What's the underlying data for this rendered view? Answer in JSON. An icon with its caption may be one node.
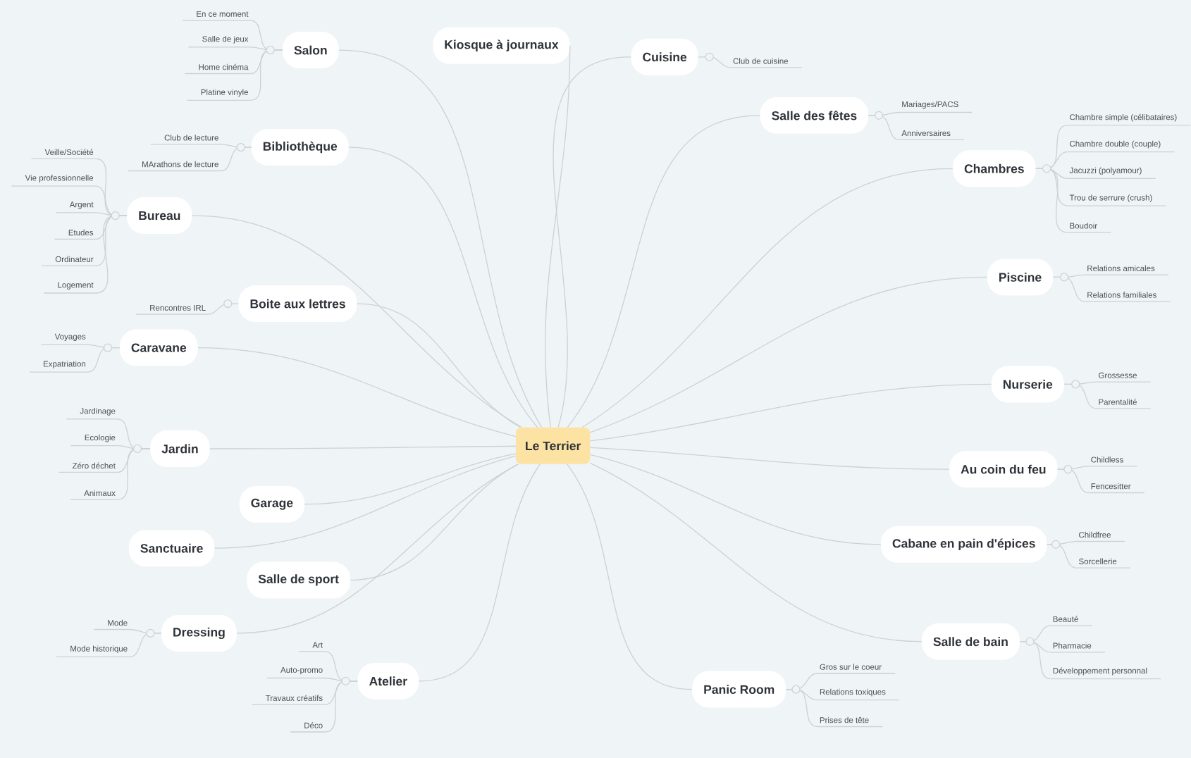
{
  "diagram": {
    "nodes": [
      {
        "text": [
          "Le Terrier"
        ]
      },
      {
        "text": [
          "Salon"
        ]
      },
      {
        "text": [
          "En ce moment"
        ]
      },
      {
        "text": [
          "Salle de jeux"
        ]
      },
      {
        "text": [
          "Home cinéma"
        ]
      },
      {
        "text": [
          "Platine vinyle"
        ]
      },
      {
        "text": [
          "Kiosque à journaux"
        ]
      },
      {
        "text": [
          "Bibliothèque"
        ]
      },
      {
        "text": [
          "Club de lecture"
        ]
      },
      {
        "text": [
          "MArathons de lecture"
        ]
      },
      {
        "text": [
          "Bureau"
        ]
      },
      {
        "text": [
          "Veille/Société"
        ]
      },
      {
        "text": [
          "Vie professionnelle"
        ]
      },
      {
        "text": [
          "Argent"
        ]
      },
      {
        "text": [
          "Etudes"
        ]
      },
      {
        "text": [
          "Ordinateur"
        ]
      },
      {
        "text": [
          "Logement"
        ]
      },
      {
        "text": [
          "Boite aux lettres"
        ]
      },
      {
        "text": [
          "Rencontres IRL"
        ]
      },
      {
        "text": [
          "Caravane"
        ]
      },
      {
        "text": [
          "Voyages"
        ]
      },
      {
        "text": [
          "Expatriation"
        ]
      },
      {
        "text": [
          "Jardin"
        ]
      },
      {
        "text": [
          "Jardinage"
        ]
      },
      {
        "text": [
          "Ecologie"
        ]
      },
      {
        "text": [
          "Zéro déchet"
        ]
      },
      {
        "text": [
          "Animaux"
        ]
      },
      {
        "text": [
          "Garage"
        ]
      },
      {
        "text": [
          "Sanctuaire"
        ]
      },
      {
        "text": [
          "Salle de sport"
        ]
      },
      {
        "text": [
          "Dressing"
        ]
      },
      {
        "text": [
          "Mode"
        ]
      },
      {
        "text": [
          "Mode historique"
        ]
      },
      {
        "text": [
          "Atelier"
        ]
      },
      {
        "text": [
          "Art"
        ]
      },
      {
        "text": [
          "Auto-promo"
        ]
      },
      {
        "text": [
          "Travaux créatifs"
        ]
      },
      {
        "text": [
          "Déco"
        ]
      },
      {
        "text": [
          "Cuisine"
        ]
      },
      {
        "text": [
          "Club de cuisine"
        ]
      },
      {
        "text": [
          "Salle des fêtes"
        ]
      },
      {
        "text": [
          "Mariages/PACS"
        ]
      },
      {
        "text": [
          "Anniversaires"
        ]
      },
      {
        "text": [
          "Chambres"
        ]
      },
      {
        "text": [
          "Chambre simple (célibataires)"
        ]
      },
      {
        "text": [
          "Chambre double (couple)"
        ]
      },
      {
        "text": [
          "Jacuzzi (polyamour)"
        ]
      },
      {
        "text": [
          "Trou de serrure (crush)"
        ]
      },
      {
        "text": [
          "Boudoir"
        ]
      },
      {
        "text": [
          "Piscine"
        ]
      },
      {
        "text": [
          "Relations amicales"
        ]
      },
      {
        "text": [
          "Relations familiales"
        ]
      },
      {
        "text": [
          "Nurserie"
        ]
      },
      {
        "text": [
          "Grossesse"
        ]
      },
      {
        "text": [
          "Parentalité"
        ]
      },
      {
        "text": [
          "Au coin du feu"
        ]
      },
      {
        "text": [
          "Childless"
        ]
      },
      {
        "text": [
          "Fencesitter"
        ]
      },
      {
        "text": [
          "Cabane en pain d'épices"
        ]
      },
      {
        "text": [
          "Childfree"
        ]
      },
      {
        "text": [
          "Sorcellerie"
        ]
      },
      {
        "text": [
          "Salle de bain"
        ]
      },
      {
        "text": [
          "Beauté"
        ]
      },
      {
        "text": [
          "Pharmacie"
        ]
      },
      {
        "text": [
          "Développement personnal"
        ]
      },
      {
        "text": [
          "Panic Room"
        ]
      },
      {
        "text": [
          "Gros sur le coeur"
        ]
      },
      {
        "text": [
          "Relations toxiques"
        ]
      },
      {
        "text": [
          "Prises de tête"
        ]
      }
    ],
    "edges": [
      {
        "from": 0,
        "to": 1,
        "arrow": "none"
      },
      {
        "from": 0,
        "to": 6,
        "arrow": "none"
      },
      {
        "from": 0,
        "to": 7,
        "arrow": "none"
      },
      {
        "from": 0,
        "to": 10,
        "arrow": "none"
      },
      {
        "from": 0,
        "to": 17,
        "arrow": "none"
      },
      {
        "from": 0,
        "to": 19,
        "arrow": "none"
      },
      {
        "from": 0,
        "to": 22,
        "arrow": "none"
      },
      {
        "from": 0,
        "to": 27,
        "arrow": "none"
      },
      {
        "from": 0,
        "to": 28,
        "arrow": "none"
      },
      {
        "from": 0,
        "to": 29,
        "arrow": "none"
      },
      {
        "from": 0,
        "to": 30,
        "arrow": "none"
      },
      {
        "from": 0,
        "to": 33,
        "arrow": "none"
      },
      {
        "from": 0,
        "to": 38,
        "arrow": "none"
      },
      {
        "from": 0,
        "to": 40,
        "arrow": "none"
      },
      {
        "from": 0,
        "to": 43,
        "arrow": "none"
      },
      {
        "from": 0,
        "to": 49,
        "arrow": "none"
      },
      {
        "from": 0,
        "to": 52,
        "arrow": "none"
      },
      {
        "from": 0,
        "to": 55,
        "arrow": "none"
      },
      {
        "from": 0,
        "to": 58,
        "arrow": "none"
      },
      {
        "from": 0,
        "to": 61,
        "arrow": "none"
      },
      {
        "from": 0,
        "to": 65,
        "arrow": "none"
      },
      {
        "from": 1,
        "to": 2,
        "arrow": "none"
      },
      {
        "from": 1,
        "to": 3,
        "arrow": "none"
      },
      {
        "from": 1,
        "to": 4,
        "arrow": "none"
      },
      {
        "from": 1,
        "to": 5,
        "arrow": "none"
      },
      {
        "from": 7,
        "to": 8,
        "arrow": "none"
      },
      {
        "from": 7,
        "to": 9,
        "arrow": "none"
      },
      {
        "from": 10,
        "to": 11,
        "arrow": "none"
      },
      {
        "from": 10,
        "to": 12,
        "arrow": "none"
      },
      {
        "from": 10,
        "to": 13,
        "arrow": "none"
      },
      {
        "from": 10,
        "to": 14,
        "arrow": "none"
      },
      {
        "from": 10,
        "to": 15,
        "arrow": "none"
      },
      {
        "from": 10,
        "to": 16,
        "arrow": "none"
      },
      {
        "from": 17,
        "to": 18,
        "arrow": "none"
      },
      {
        "from": 19,
        "to": 20,
        "arrow": "none"
      },
      {
        "from": 19,
        "to": 21,
        "arrow": "none"
      },
      {
        "from": 22,
        "to": 23,
        "arrow": "none"
      },
      {
        "from": 22,
        "to": 24,
        "arrow": "none"
      },
      {
        "from": 22,
        "to": 25,
        "arrow": "none"
      },
      {
        "from": 22,
        "to": 26,
        "arrow": "none"
      },
      {
        "from": 30,
        "to": 31,
        "arrow": "none"
      },
      {
        "from": 30,
        "to": 32,
        "arrow": "none"
      },
      {
        "from": 33,
        "to": 34,
        "arrow": "none"
      },
      {
        "from": 33,
        "to": 35,
        "arrow": "none"
      },
      {
        "from": 33,
        "to": 36,
        "arrow": "none"
      },
      {
        "from": 33,
        "to": 37,
        "arrow": "none"
      },
      {
        "from": 38,
        "to": 39,
        "arrow": "none"
      },
      {
        "from": 40,
        "to": 41,
        "arrow": "none"
      },
      {
        "from": 40,
        "to": 42,
        "arrow": "none"
      },
      {
        "from": 43,
        "to": 44,
        "arrow": "none"
      },
      {
        "from": 43,
        "to": 45,
        "arrow": "none"
      },
      {
        "from": 43,
        "to": 46,
        "arrow": "none"
      },
      {
        "from": 43,
        "to": 47,
        "arrow": "none"
      },
      {
        "from": 43,
        "to": 48,
        "arrow": "none"
      },
      {
        "from": 49,
        "to": 50,
        "arrow": "none"
      },
      {
        "from": 49,
        "to": 51,
        "arrow": "none"
      },
      {
        "from": 52,
        "to": 53,
        "arrow": "none"
      },
      {
        "from": 52,
        "to": 54,
        "arrow": "none"
      },
      {
        "from": 55,
        "to": 56,
        "arrow": "none"
      },
      {
        "from": 55,
        "to": 57,
        "arrow": "none"
      },
      {
        "from": 58,
        "to": 59,
        "arrow": "none"
      },
      {
        "from": 58,
        "to": 60,
        "arrow": "none"
      },
      {
        "from": 61,
        "to": 62,
        "arrow": "none"
      },
      {
        "from": 61,
        "to": 63,
        "arrow": "none"
      },
      {
        "from": 61,
        "to": 64,
        "arrow": "none"
      },
      {
        "from": 65,
        "to": 66,
        "arrow": "none"
      },
      {
        "from": 65,
        "to": 67,
        "arrow": "none"
      },
      {
        "from": 65,
        "to": 68,
        "arrow": "none"
      }
    ]
  }
}
